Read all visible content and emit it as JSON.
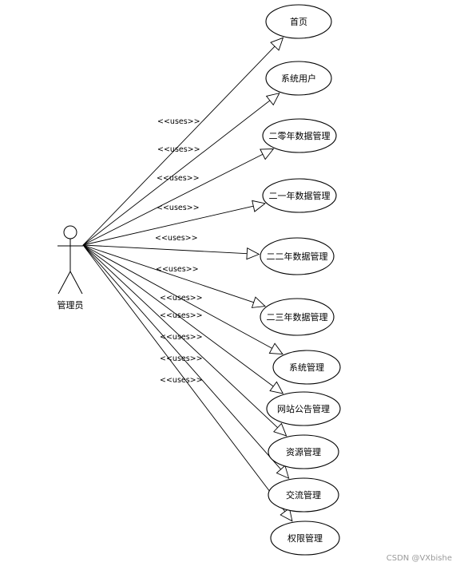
{
  "actor": {
    "label": "管理员"
  },
  "stereotype": "<<uses>>",
  "use_cases": [
    {
      "label": "首页"
    },
    {
      "label": "系统用户"
    },
    {
      "label": "二零年数据管理"
    },
    {
      "label": "二一年数据管理"
    },
    {
      "label": "二二年数据管理"
    },
    {
      "label": "二三年数据管理"
    },
    {
      "label": "系统管理"
    },
    {
      "label": "网站公告管理"
    },
    {
      "label": "资源管理"
    },
    {
      "label": "交流管理"
    },
    {
      "label": "权限管理"
    }
  ],
  "watermark": "CSDN @VXbishe"
}
